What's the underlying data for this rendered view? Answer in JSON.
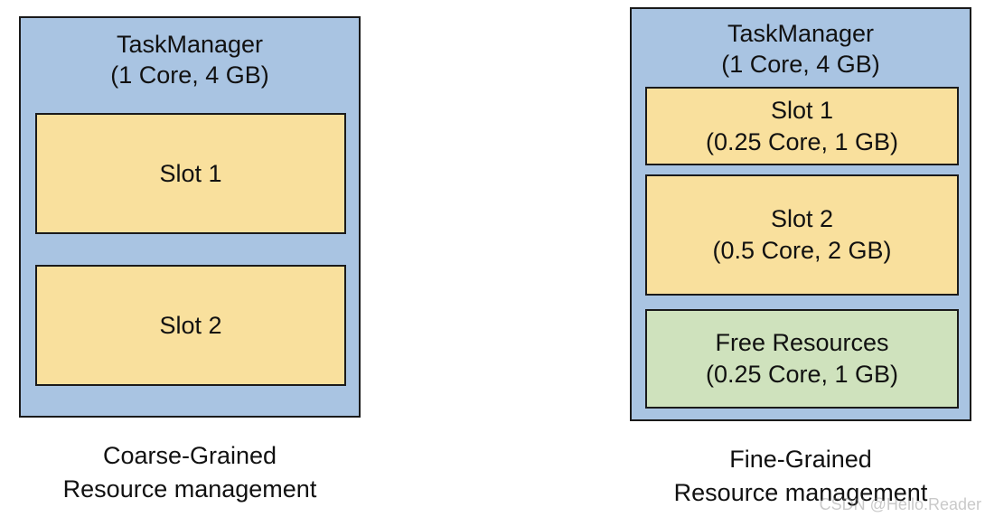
{
  "colors": {
    "taskmanager_fill": "#a9c4e2",
    "slot_fill": "#f9e09d",
    "free_fill": "#cfe2bd",
    "border": "#1a1a1a"
  },
  "left": {
    "taskmanager": {
      "title": "TaskManager",
      "resources": "(1 Core, 4 GB)"
    },
    "slots": [
      {
        "label": "Slot 1",
        "resources": ""
      },
      {
        "label": "Slot 2",
        "resources": ""
      }
    ],
    "caption": {
      "line1": "Coarse-Grained",
      "line2": "Resource management"
    }
  },
  "right": {
    "taskmanager": {
      "title": "TaskManager",
      "resources": "(1 Core, 4 GB)"
    },
    "slots": [
      {
        "label": "Slot 1",
        "resources": "(0.25 Core, 1 GB)"
      },
      {
        "label": "Slot 2",
        "resources": "(0.5 Core, 2 GB)"
      },
      {
        "label": "Free Resources",
        "resources": "(0.25 Core, 1 GB)"
      }
    ],
    "caption": {
      "line1": "Fine-Grained",
      "line2": "Resource management"
    }
  },
  "watermark": "CSDN @Hello.Reader"
}
